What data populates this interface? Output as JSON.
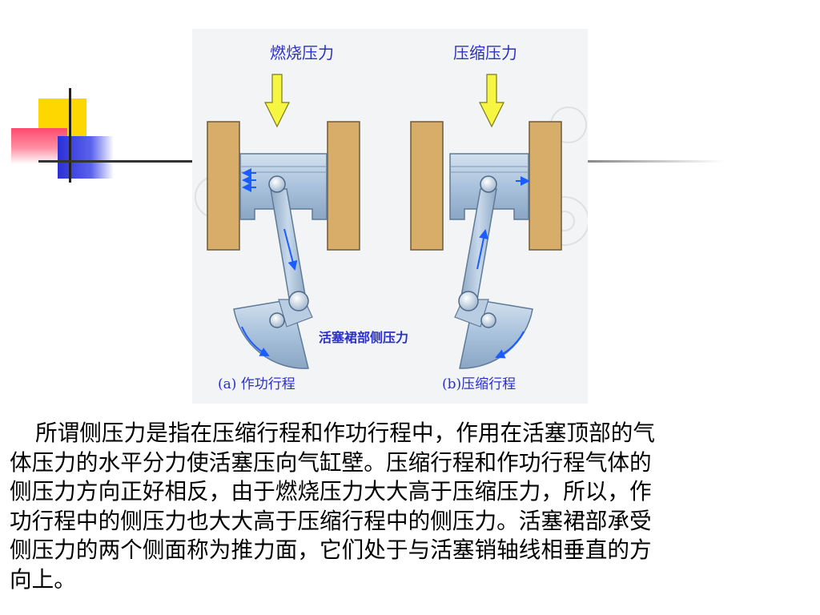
{
  "figure": {
    "left": {
      "force_label": "燃烧压力",
      "caption": "(a) 作功行程"
    },
    "right": {
      "force_label": "压缩压力",
      "caption": "(b)压缩行程"
    },
    "center_label": "活塞裙部侧压力"
  },
  "paragraph": {
    "lines": [
      "所谓侧压力是指在压缩行程和作功行程中，作用在活塞顶部的气",
      "体压力的水平分力使活塞压向气缸壁。压缩行程和作功行程气体的",
      "侧压力方向正好相反，由于燃烧压力大大高于压缩压力，所以，作",
      "功行程中的侧压力也大大高于压缩行程中的侧压力。活塞裙部承受",
      "侧压力的两个侧面称为推力面，它们处于与活塞销轴线相垂直的方",
      "向上。"
    ]
  },
  "colors": {
    "cylinder_wall": "#d8ad6a",
    "piston": "#a9c2dc",
    "force_arrow": "#f5f542",
    "label_blue": "#2b30c8",
    "pressure_arrow": "#1a5cff",
    "background_figure": "#f2f4f6"
  }
}
